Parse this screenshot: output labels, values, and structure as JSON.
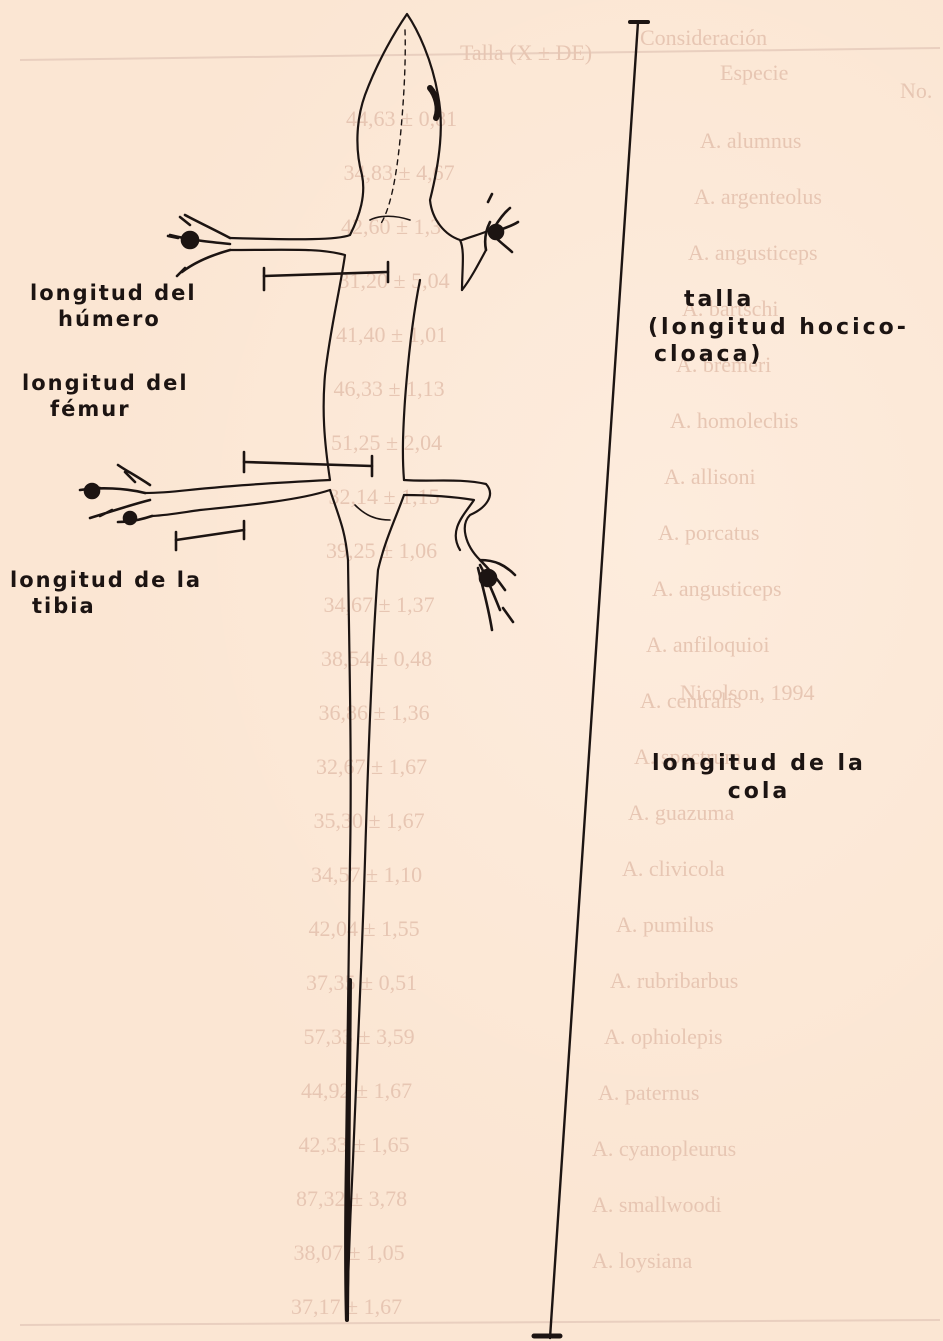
{
  "labels": {
    "humero": [
      "longitud del",
      "húmero"
    ],
    "femur": [
      "longitud del",
      "fémur"
    ],
    "tibia": [
      "longitud de la",
      "tibia"
    ],
    "talla": [
      "talla",
      "(longitud hocico-",
      "cloaca)"
    ],
    "cola": [
      "longitud de la",
      "cola"
    ]
  },
  "background_table": {
    "headers": [
      "No.",
      "Especie",
      "Talla (X ± DE)",
      "Consideración"
    ],
    "species": [
      "A. alumnus",
      "A. argenteolus",
      "A. angusticeps",
      "A. bartschi",
      "A. bremeri",
      "A. homolechis",
      "A. allisoni",
      "A. porcatus",
      "A. angusticeps",
      "A. anfiloquioi",
      "A. centralis",
      "A. spectrum",
      "A. guazuma",
      "A. clivicola",
      "A. pumilus",
      "A. rubribarbus",
      "A. ophiolepis",
      "A. paternus",
      "A. cyanopleurus",
      "A. smallwoodi",
      "A. loysiana"
    ],
    "values": [
      "44,63 ± 0,81",
      "34,83 ± 4,67",
      "42,60 ± 1,3",
      "31,20 ± 5,04",
      "41,40 ± 1,01",
      "46,33 ± 1,13",
      "51,25 ± 2,04",
      "32,14 ± 1,15",
      "39,25 ± 1,06",
      "34,67 ± 1,37",
      "38,54 ± 0,48",
      "36,86 ± 1,36",
      "32,67 ± 1,67",
      "35,30 ± 1,67",
      "34,57 ± 1,10",
      "42,04 ± 1,55",
      "37,35 ± 0,51",
      "57,33 ± 3,59",
      "44,92 ± 1,67",
      "42,33 ± 1,65",
      "87,32 ± 3,78",
      "38,07 ± 1,05",
      "37,17 ± 1,67"
    ],
    "note": "Nicolson, 1994"
  },
  "colors": {
    "paper": "#fbe6d3",
    "ink": "#1c1412",
    "bleed": "#e7c6b3"
  }
}
